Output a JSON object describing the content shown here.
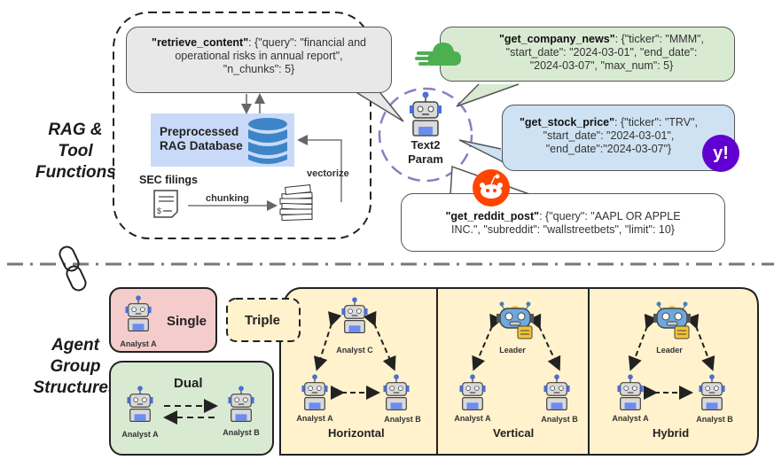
{
  "sections": {
    "top_label_line1": "RAG &",
    "top_label_line2": "Tool",
    "top_label_line3": "Functions",
    "bottom_label_line1": "Agent",
    "bottom_label_line2": "Group",
    "bottom_label_line3": "Structures"
  },
  "rag": {
    "retrieve_fn": "\"retrieve_content\"",
    "retrieve_args_1": ": {\"query\": \"financial and",
    "retrieve_args_2": "operational risks in annual report\",",
    "retrieve_args_3": "\"n_chunks\": 5}",
    "db_label_1": "Preprocessed",
    "db_label_2": "RAG Database",
    "sec_filings": "SEC filings",
    "chunking": "chunking",
    "vectorize": "vectorize"
  },
  "center": {
    "label_1": "Text2",
    "label_2": "Param"
  },
  "tools": {
    "news_fn": "\"get_company_news\"",
    "news_args_1": ": {\"ticker\": \"MMM\",",
    "news_args_2": "\"start_date\": \"2024-03-01\", \"end_date\":",
    "news_args_3": "\"2024-03-07\", \"max_num\": 5}",
    "stock_fn": "\"get_stock_price\"",
    "stock_args_1": ": {\"ticker\": \"TRV\",",
    "stock_args_2": "\"start_date\": \"2024-03-01\",",
    "stock_args_3": "\"end_date\":\"2024-03-07\"}",
    "reddit_fn": "\"get_reddit_post\"",
    "reddit_args_1": ": {\"query\": \"AAPL OR APPLE",
    "reddit_args_2": "INC.\", \"subreddit\": \"wallstreetbets\", \"limit\": 10}",
    "yahoo_glyph": "y!"
  },
  "groups": {
    "single": {
      "title": "Single",
      "agent": "Analyst A"
    },
    "dual": {
      "title": "Dual",
      "agent_a": "Analyst A",
      "agent_b": "Analyst B"
    },
    "triple": {
      "title": "Triple"
    },
    "horizontal": {
      "title": "Horizontal",
      "agent_c": "Analyst C",
      "agent_a": "Analyst A",
      "agent_b": "Analyst B"
    },
    "vertical": {
      "title": "Vertical",
      "leader": "Leader",
      "agent_a": "Analyst A",
      "agent_b": "Analyst B"
    },
    "hybrid": {
      "title": "Hybrid",
      "leader": "Leader",
      "agent_a": "Analyst A",
      "agent_b": "Analyst B"
    }
  },
  "colors": {
    "gray_bubble": "#e8e8e8",
    "green_bubble": "#d9ead3",
    "blue_bubble": "#cfe2f3",
    "db_box": "#c9daf8",
    "single_box": "#f4cccc",
    "dual_box": "#d9ead3",
    "triple_box": "#fff2cc",
    "circle": "#8e7cc3",
    "reddit": "#ff4500",
    "yahoo": "#6001d2",
    "cloud": "#4caf50"
  }
}
